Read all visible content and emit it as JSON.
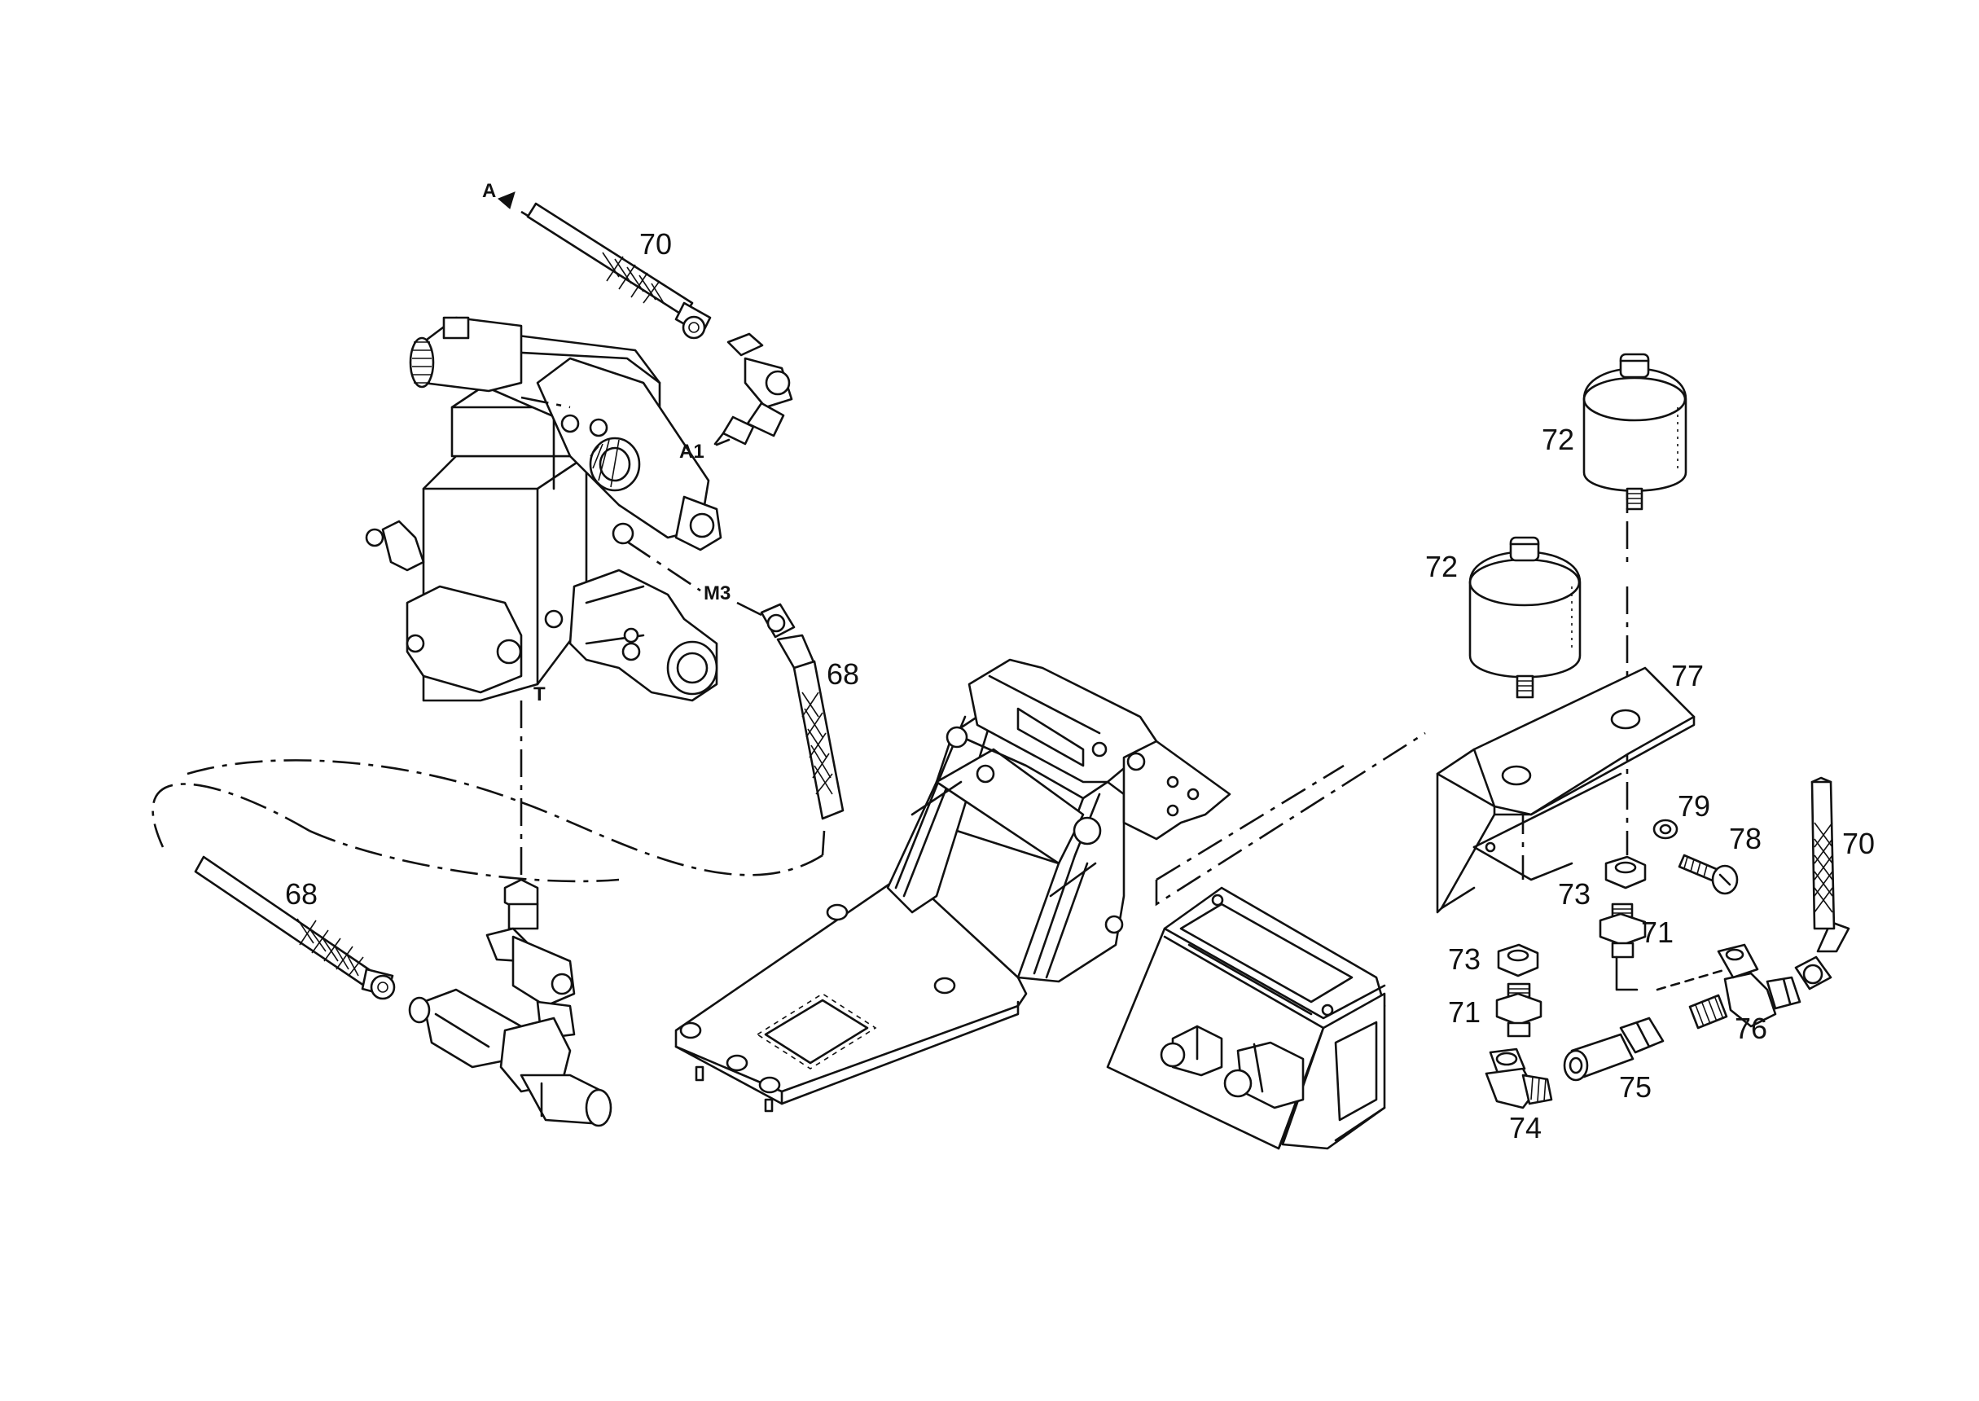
{
  "callouts": {
    "n70_top": "70",
    "n72_upper": "72",
    "n72_lower": "72",
    "n77": "77",
    "n68_right": "68",
    "n68_left": "68",
    "n79": "79",
    "n78": "78",
    "n70_right": "70",
    "n73_upper": "73",
    "n71_upper": "71",
    "n73_lower": "73",
    "n71_lower": "71",
    "n76": "76",
    "n75": "75",
    "n74": "74"
  },
  "ports": {
    "a": "A",
    "a1": "A1",
    "m3": "M3",
    "t": "T"
  }
}
